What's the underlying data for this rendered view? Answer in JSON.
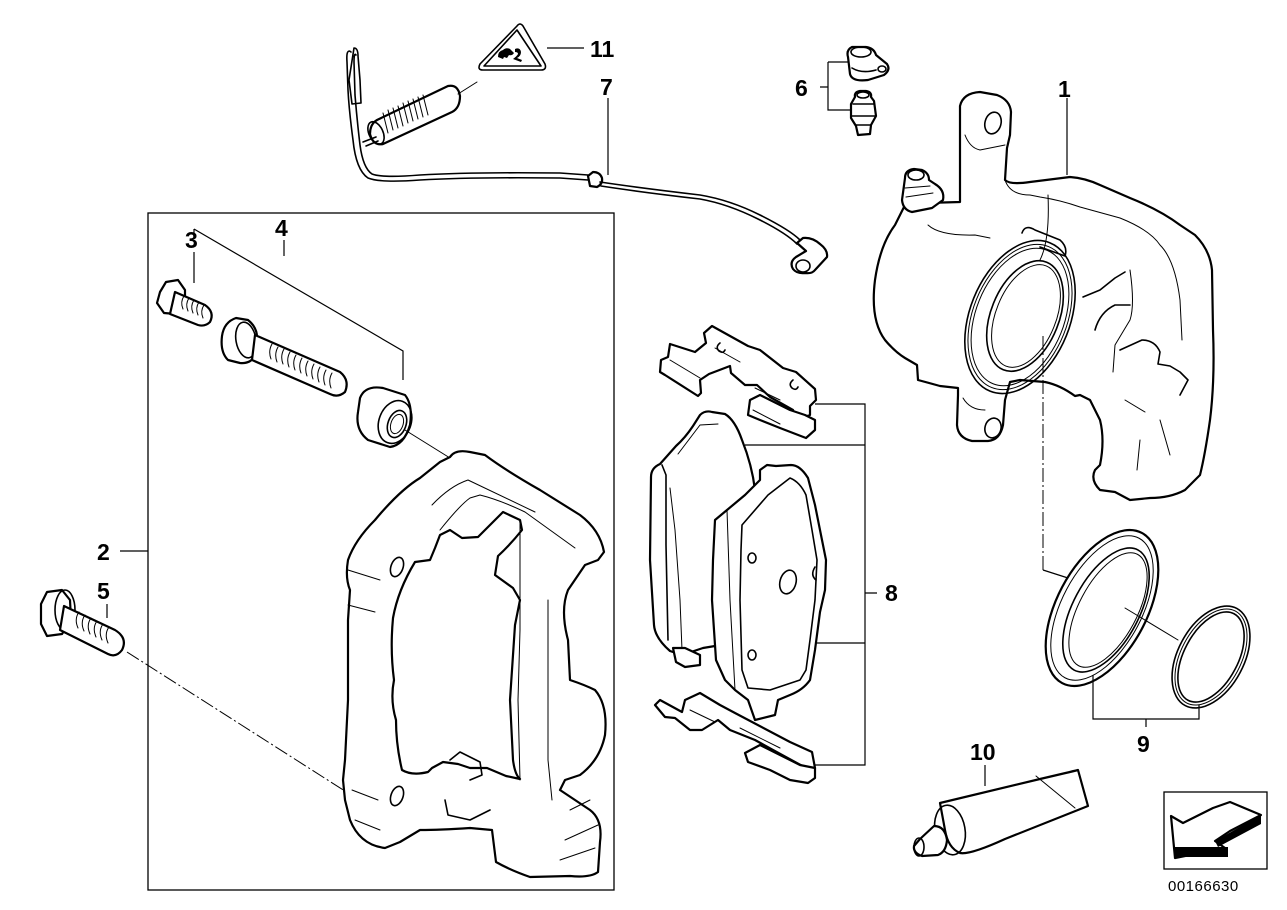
{
  "diagram": {
    "type": "exploded-parts-diagram",
    "subject": "front brake caliper assembly",
    "reference_code": "00166630",
    "callouts": [
      {
        "number": "1",
        "part": "caliper-housing"
      },
      {
        "number": "2",
        "part": "caliper-carrier"
      },
      {
        "number": "3",
        "part": "hex-bolt"
      },
      {
        "number": "4",
        "part": "guide-pin-bolt-with-bushing"
      },
      {
        "number": "5",
        "part": "flange-bolt"
      },
      {
        "number": "6",
        "part": "bleeder-screw-and-cap"
      },
      {
        "number": "7",
        "part": "brake-wear-sensor"
      },
      {
        "number": "8",
        "part": "brake-pads-with-clips"
      },
      {
        "number": "9",
        "part": "piston-seal-kit"
      },
      {
        "number": "10",
        "part": "assembly-paste-tube"
      },
      {
        "number": "11",
        "part": "warning-label-triangle"
      }
    ],
    "icons": {
      "orientation": "direction-arrow-icon",
      "warning": "warning-triangle-icon"
    }
  }
}
